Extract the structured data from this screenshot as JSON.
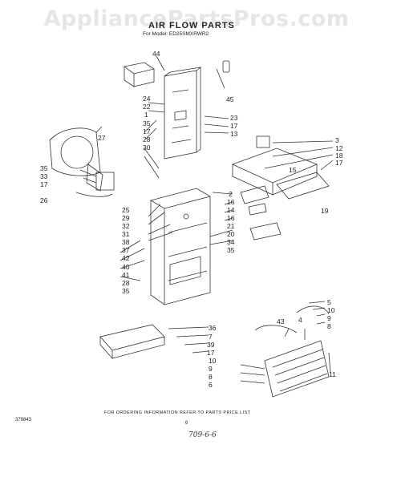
{
  "watermark": "AppliancePartsPros.com",
  "header": {
    "title": "AIR FLOW PARTS",
    "model": "For Model: ED25SMXRWR2"
  },
  "footer": {
    "note": "FOR ORDERING INFORMATION REFER TO PARTS PRICE LIST",
    "part_number": "379843",
    "page_number": "6",
    "handwritten": "709-6-6"
  },
  "callouts": {
    "c44": "44",
    "c45": "45",
    "c24": "24",
    "c22": "22",
    "c1": "1",
    "c35a": "35",
    "c17a": "17",
    "c28a": "28",
    "c30": "30",
    "c23": "23",
    "c17b": "17",
    "c13": "13",
    "c27": "27",
    "c35b": "35",
    "c33": "33",
    "c17c": "17",
    "c26": "26",
    "c3": "3",
    "c12": "12",
    "c18": "18",
    "c17d": "17",
    "c15": "15",
    "c19": "19",
    "c2": "2",
    "c16a": "16",
    "c14": "14",
    "c16b": "16",
    "c21": "21",
    "c20": "20",
    "c34": "34",
    "c35c": "35",
    "c25": "25",
    "c29": "29",
    "c32": "32",
    "c31": "31",
    "c38": "38",
    "c37": "37",
    "c42": "42",
    "c40": "40",
    "c41": "41",
    "c28b": "28",
    "c35d": "35",
    "c5": "5",
    "c10a": "10",
    "c9a": "9",
    "c8a": "8",
    "c43": "43",
    "c4": "4",
    "c11": "11",
    "c36": "36",
    "c7": "7",
    "c39": "39",
    "c17e": "17",
    "c10b": "10",
    "c9b": "9",
    "c8b": "8",
    "c6": "6"
  }
}
